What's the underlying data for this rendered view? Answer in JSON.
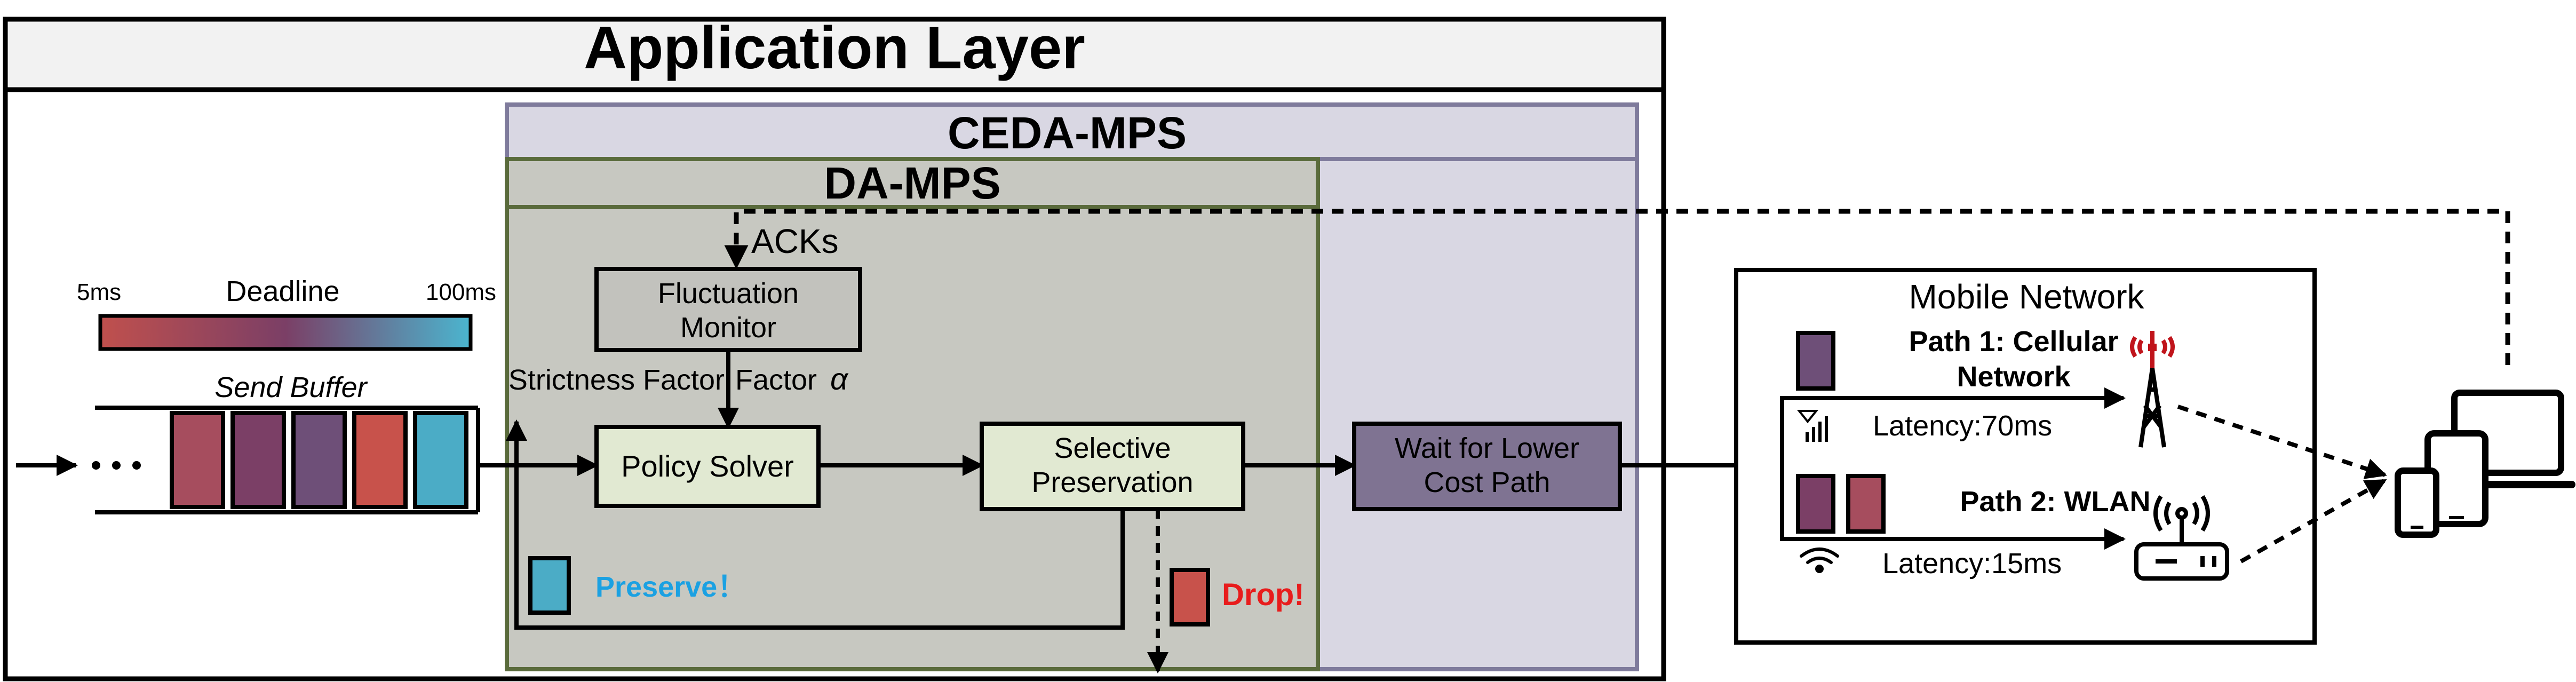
{
  "application_layer": {
    "title": "Application Layer"
  },
  "ceda_mps": {
    "title": "CEDA-MPS"
  },
  "da_mps": {
    "title": "DA-MPS"
  },
  "acks_label": "ACKs",
  "deadline_bar": {
    "label": "Deadline",
    "min_label": "5ms",
    "max_label": "100ms",
    "color_start": "#c0504d",
    "color_mid": "#7b3f66",
    "color_end": "#4bb5cf"
  },
  "send_buffer": {
    "label": "Send Buffer",
    "packets": [
      {
        "color": "#a64d5e"
      },
      {
        "color": "#7b3f66"
      },
      {
        "color": "#6e4f78"
      },
      {
        "color": "#c8524b"
      },
      {
        "color": "#4bacc6"
      }
    ]
  },
  "fluctuation_monitor": {
    "line1": "Fluctuation",
    "line2": "Monitor"
  },
  "strictness": {
    "text": "Strictness Factor",
    "symbol": "α"
  },
  "policy_solver": {
    "label": "Policy Solver"
  },
  "selective_preservation": {
    "line1": "Selective",
    "line2": "Preservation"
  },
  "wait_box": {
    "line1": "Wait for Lower",
    "line2": "Cost Path"
  },
  "preserve": {
    "label": "Preserve！",
    "color": "#1ba1e2",
    "packet_color": "#4bacc6"
  },
  "drop": {
    "label": "Drop!",
    "color": "#e81c1c",
    "packet_color": "#c8524b"
  },
  "mobile_network": {
    "title": "Mobile Network",
    "path1": {
      "line1": "Path 1: Cellular",
      "line2": "Network",
      "latency": "Latency:70ms",
      "packet_color": "#6e4f78"
    },
    "path2": {
      "label": "Path 2: WLAN",
      "latency": "Latency:15ms",
      "packet_colors": [
        "#7b3f66",
        "#a64d5e"
      ]
    }
  },
  "colors": {
    "ceda_fill": "#d9d7e3",
    "ceda_stroke": "#7f7b9c",
    "da_fill": "#c7c8c1",
    "da_stroke": "#5a6b3c",
    "box_fill": "#e1e9d2",
    "monitor_fill": "#c2c2bd",
    "wait_fill": "#7f7392",
    "tower_red": "#c0141b"
  }
}
